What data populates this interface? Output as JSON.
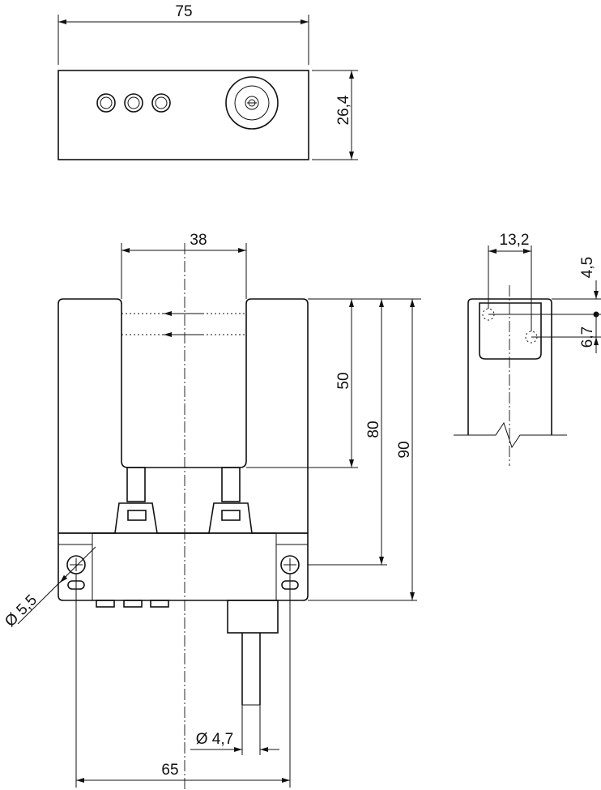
{
  "dimensions": {
    "top_width": "75",
    "top_height": "26,4",
    "slot_width": "38",
    "slot_depth": "50",
    "optical_axis_height": "80",
    "total_height": "90",
    "mount_hole_diameter": "Ø 5,5",
    "cable_diameter": "Ø 4,7",
    "hole_spacing": "65",
    "lens_spacing": "13,2",
    "lens_offset_top": "4,5",
    "lens_offset_second": "6,7"
  }
}
